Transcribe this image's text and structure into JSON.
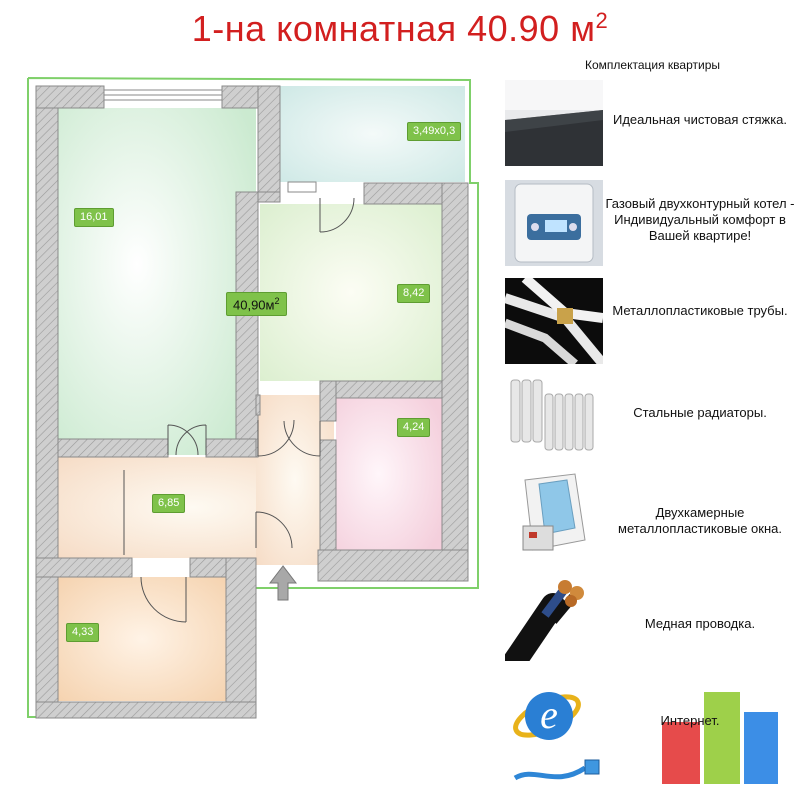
{
  "title": {
    "text": "1-на комнатная 40.90 м",
    "unit_exp": "2"
  },
  "plan": {
    "total": {
      "value": "40,90м",
      "exp": "2"
    },
    "rooms": [
      {
        "id": "living",
        "area": "16,01"
      },
      {
        "id": "balcony",
        "area": "3,49x0,3"
      },
      {
        "id": "kitchen",
        "area": "8,42"
      },
      {
        "id": "bathroom",
        "area": "4,24"
      },
      {
        "id": "hall",
        "area": "6,85"
      },
      {
        "id": "storage",
        "area": "4,33"
      }
    ]
  },
  "features": {
    "header": "Комплектация квартиры",
    "items": [
      {
        "icon": "floor-screed-icon",
        "text": "Идеальная чистовая стяжка."
      },
      {
        "icon": "gas-boiler-icon",
        "text": "Газовый двухконтурный котел - Индивидуальный комфорт в Вашей квартире!"
      },
      {
        "icon": "pipes-icon",
        "text": "Металлопластиковые трубы."
      },
      {
        "icon": "radiator-icon",
        "text": "Стальные радиаторы."
      },
      {
        "icon": "window-profile-icon",
        "text": "Двухкамерные металлопластиковые окна."
      },
      {
        "icon": "copper-cable-icon",
        "text": "Медная проводка."
      },
      {
        "icon": "internet-icon",
        "text": "Интернет."
      }
    ]
  },
  "colors": {
    "title": "#d21f1f",
    "label_bg": "#7fc24a",
    "wall": "#c9c9c9",
    "outline": "#7fd06a"
  }
}
